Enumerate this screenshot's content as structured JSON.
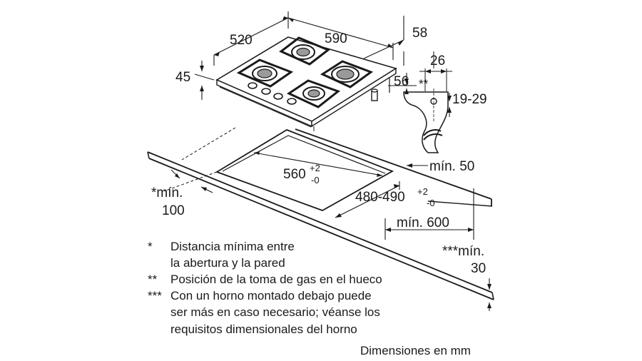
{
  "dimensions": {
    "d520": "520",
    "d590": "590",
    "d58": "58",
    "d45": "45",
    "d56": "56",
    "d26": "26",
    "d_stars2": "**",
    "d19_29": "19-29",
    "d560": "560",
    "d560_tol_plus": "+2",
    "d560_tol_minus": "-0",
    "d480_490": "480-490",
    "d480_tol_plus": "+2",
    "d480_tol_minus": "-0",
    "min50": "mín. 50",
    "min600": "mín. 600",
    "min100_line1": "*mín.",
    "min100_line2": "100",
    "min30_line1": "***mín.",
    "min30_line2": "30"
  },
  "notes": [
    {
      "marker": "*",
      "text_line1": "Distancia mínima entre",
      "text_line2": "la abertura y la pared",
      "text_line3": ""
    },
    {
      "marker": "**",
      "text_line1": "Posición de la toma de gas en el hueco",
      "text_line2": "",
      "text_line3": ""
    },
    {
      "marker": "***",
      "text_line1": "Con un horno montado debajo puede",
      "text_line2": "ser más en caso necesario; véanse los",
      "text_line3": "requisitos dimensionales del horno"
    }
  ],
  "units_caption": "Dimensiones en mm"
}
